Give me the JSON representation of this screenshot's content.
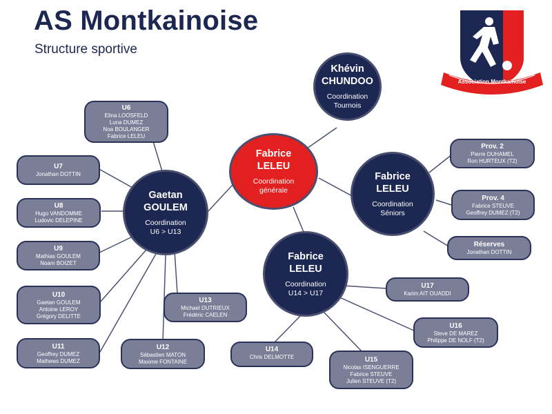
{
  "header": {
    "title": "AS Montkainoise",
    "subtitle": "Structure sportive"
  },
  "logo": {
    "banner_text": "Association Montkainoise",
    "colors": {
      "navy": "#1c2752",
      "red": "#e2201f",
      "white": "#ffffff"
    }
  },
  "colors": {
    "circle_fill": "#1c2752",
    "central_fill": "#e2201f",
    "box_fill": "#7b7e97",
    "box_border": "#2a3158",
    "line": "#4a4f70"
  },
  "circles": {
    "tournois": {
      "first": "Khévin",
      "last": "CHUNDOO",
      "role": [
        "Coordination",
        "Tournois"
      ]
    },
    "generale": {
      "first": "Fabrice",
      "last": "LELEU",
      "role": [
        "Coordination",
        "générale"
      ]
    },
    "seniors": {
      "first": "Fabrice",
      "last": "LELEU",
      "role": [
        "Coordination",
        "Séniors"
      ]
    },
    "u6_u13": {
      "first": "Gaetan",
      "last": "GOULEM",
      "role": [
        "Coordination",
        "U6 > U13"
      ]
    },
    "u14_u17": {
      "first": "Fabrice",
      "last": "LELEU",
      "role": [
        "Coordination",
        "U14 > U17"
      ]
    }
  },
  "teams": {
    "u6": {
      "category": "U6",
      "members": [
        "Elina LOOSFELD",
        "Luna DUMEZ",
        "Noa BOULANGER",
        "Fabrice LELEU"
      ]
    },
    "u7": {
      "category": "U7",
      "members": [
        "Jonathan DOTTIN"
      ]
    },
    "u8": {
      "category": "U8",
      "members": [
        "Hugo VANDOMME",
        "Ludovic DELEPINE"
      ]
    },
    "u9": {
      "category": "U9",
      "members": [
        "Mathias GOULEM",
        "Noam BOIZET"
      ]
    },
    "u10": {
      "category": "U10",
      "members": [
        "Gaetan GOULEM",
        "Antoine LEROY",
        "Grégory DELITTE"
      ]
    },
    "u11": {
      "category": "U11",
      "members": [
        "Geoffrey DUMEZ",
        "Mathews DUMEZ"
      ]
    },
    "u12": {
      "category": "U12",
      "members": [
        "Sébastien MATON",
        "Maxime FONTAINE"
      ]
    },
    "u13": {
      "category": "U13",
      "members": [
        "Michael DUTRIEUX",
        "Frédéric CAELEN"
      ]
    },
    "u14": {
      "category": "U14",
      "members": [
        "Chris DELMOTTE"
      ]
    },
    "u15": {
      "category": "U15",
      "members": [
        "Nicolas ISENGUERRE",
        "Fabrice STEUVE",
        "Julien STEUVE (T2)"
      ]
    },
    "u16": {
      "category": "U16",
      "members": [
        "Steve DE MAREZ",
        "Philippe DE NOLF (T2)"
      ]
    },
    "u17": {
      "category": "U17",
      "members": [
        "Karim AIT OUADDI"
      ]
    },
    "prov2": {
      "category": "Prov. 2",
      "members": [
        "Pierre DUHAMEL",
        "Ron HURTEUX (T2)"
      ]
    },
    "prov4": {
      "category": "Prov. 4",
      "members": [
        "Fabrice STEUVE",
        "Geoffrey DUMEZ (T2)"
      ]
    },
    "reserves": {
      "category": "Réserves",
      "members": [
        "Jonathan DOTTIN"
      ]
    }
  }
}
